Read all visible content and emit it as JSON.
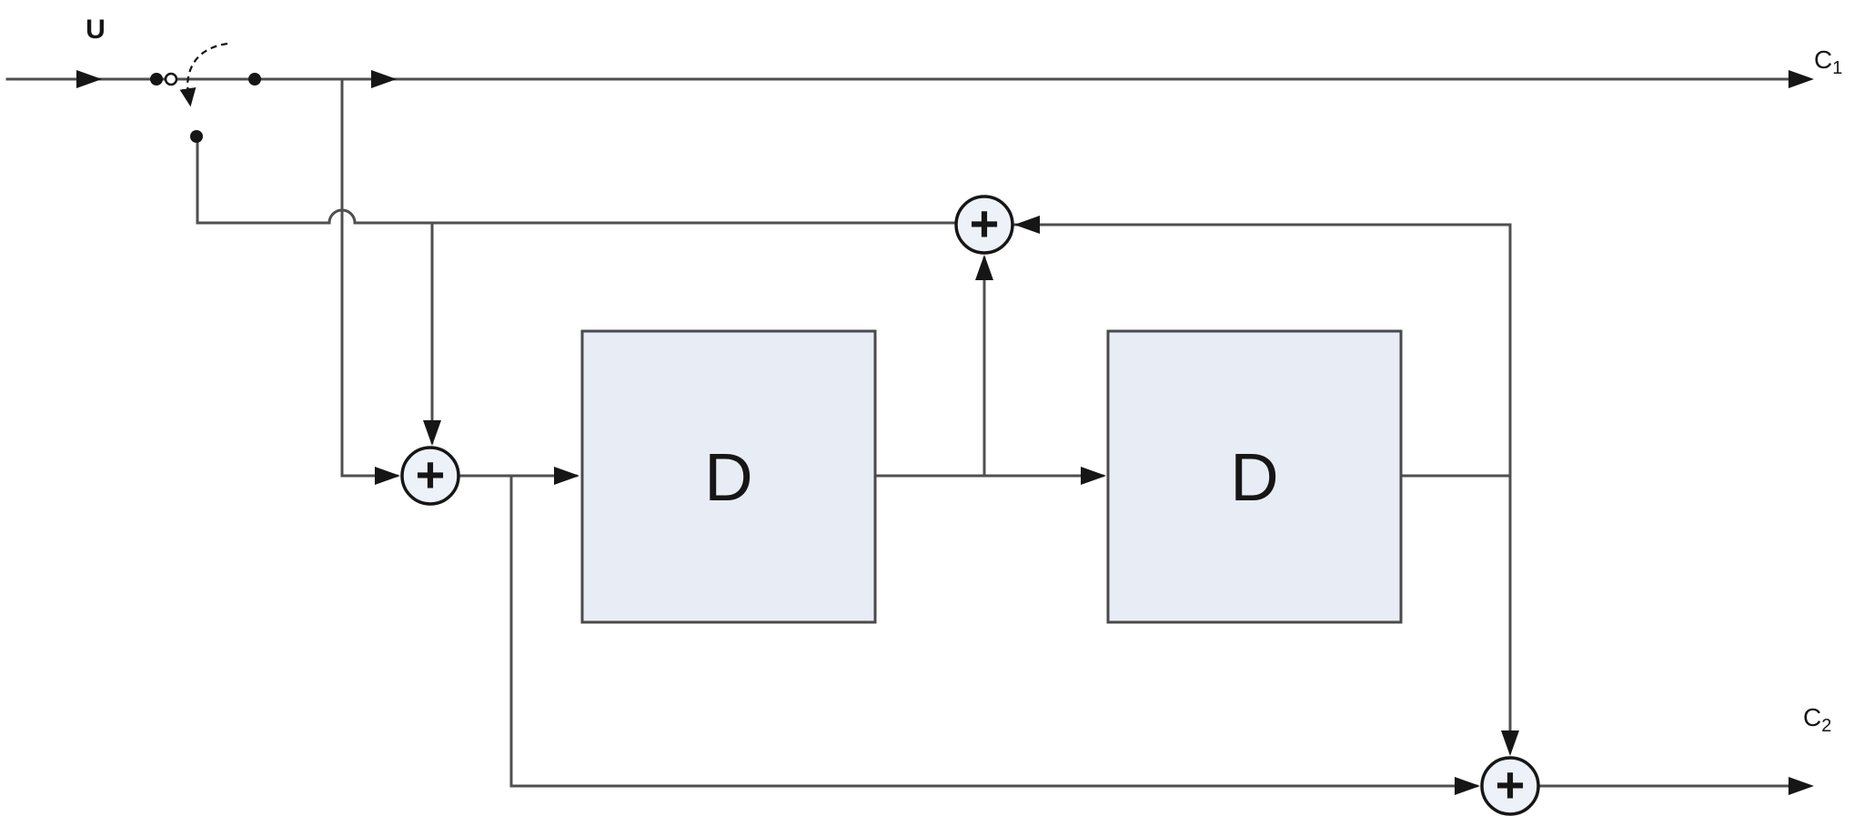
{
  "labels": {
    "input": "U",
    "output1": {
      "base": "C",
      "sub": "1"
    },
    "output2": {
      "base": "C",
      "sub": "2"
    }
  },
  "blocks": [
    {
      "label": "D"
    },
    {
      "label": "D"
    }
  ],
  "adders": {
    "symbol": "+"
  },
  "colors": {
    "background": "#ffffff",
    "wire": "#4f4f4f",
    "ink": "#161616",
    "block_fill": "#e8edf5",
    "block_stroke": "#4a4a4a",
    "adder_fill": "#edf1f8",
    "text": "#161616"
  }
}
